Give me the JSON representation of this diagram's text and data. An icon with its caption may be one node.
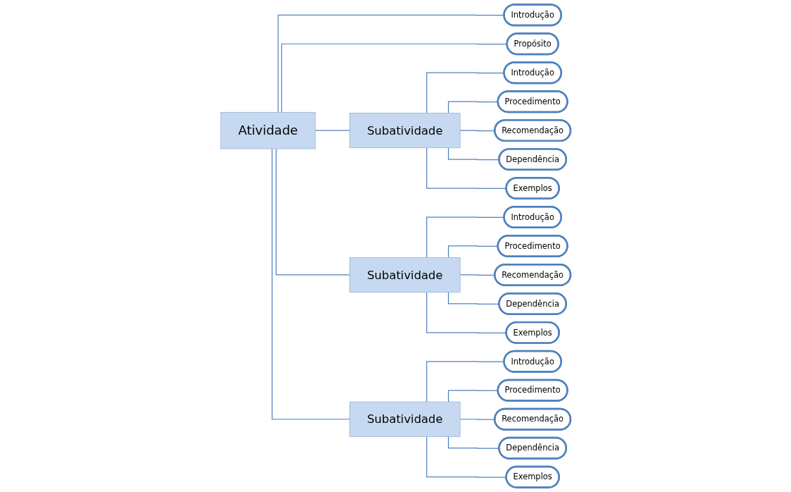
{
  "diagram": {
    "nodes": [
      {
        "text": [
          "Atividade"
        ]
      },
      {
        "text": [
          "Introdução"
        ]
      },
      {
        "text": [
          "Propósito"
        ]
      },
      {
        "text": [
          "Subatividade"
        ]
      },
      {
        "text": [
          "Introdução"
        ]
      },
      {
        "text": [
          "Procedimento"
        ]
      },
      {
        "text": [
          "Recomendação"
        ]
      },
      {
        "text": [
          "Dependência"
        ]
      },
      {
        "text": [
          "Exemplos"
        ]
      },
      {
        "text": [
          "Subatividade"
        ]
      },
      {
        "text": [
          "Introdução"
        ]
      },
      {
        "text": [
          "Procedimento"
        ]
      },
      {
        "text": [
          "Recomendação"
        ]
      },
      {
        "text": [
          "Dependência"
        ]
      },
      {
        "text": [
          "Exemplos"
        ]
      },
      {
        "text": [
          "Subatividade"
        ]
      },
      {
        "text": [
          "Introdução"
        ]
      },
      {
        "text": [
          "Procedimento"
        ]
      },
      {
        "text": [
          "Recomendação"
        ]
      },
      {
        "text": [
          "Dependência"
        ]
      },
      {
        "text": [
          "Exemplos"
        ]
      }
    ],
    "edges": [
      {
        "from": 0,
        "to": 1,
        "arrow": "none"
      },
      {
        "from": 0,
        "to": 2,
        "arrow": "none"
      },
      {
        "from": 0,
        "to": 3,
        "arrow": "none"
      },
      {
        "from": 0,
        "to": 9,
        "arrow": "none"
      },
      {
        "from": 0,
        "to": 15,
        "arrow": "none"
      },
      {
        "from": 3,
        "to": 4,
        "arrow": "none"
      },
      {
        "from": 3,
        "to": 5,
        "arrow": "none"
      },
      {
        "from": 3,
        "to": 6,
        "arrow": "none"
      },
      {
        "from": 3,
        "to": 7,
        "arrow": "none"
      },
      {
        "from": 3,
        "to": 8,
        "arrow": "none"
      },
      {
        "from": 9,
        "to": 10,
        "arrow": "none"
      },
      {
        "from": 9,
        "to": 11,
        "arrow": "none"
      },
      {
        "from": 9,
        "to": 12,
        "arrow": "none"
      },
      {
        "from": 9,
        "to": 13,
        "arrow": "none"
      },
      {
        "from": 9,
        "to": 14,
        "arrow": "none"
      },
      {
        "from": 15,
        "to": 16,
        "arrow": "none"
      },
      {
        "from": 15,
        "to": 17,
        "arrow": "none"
      },
      {
        "from": 15,
        "to": 18,
        "arrow": "none"
      },
      {
        "from": 15,
        "to": 19,
        "arrow": "none"
      },
      {
        "from": 15,
        "to": 20,
        "arrow": "none"
      }
    ]
  }
}
